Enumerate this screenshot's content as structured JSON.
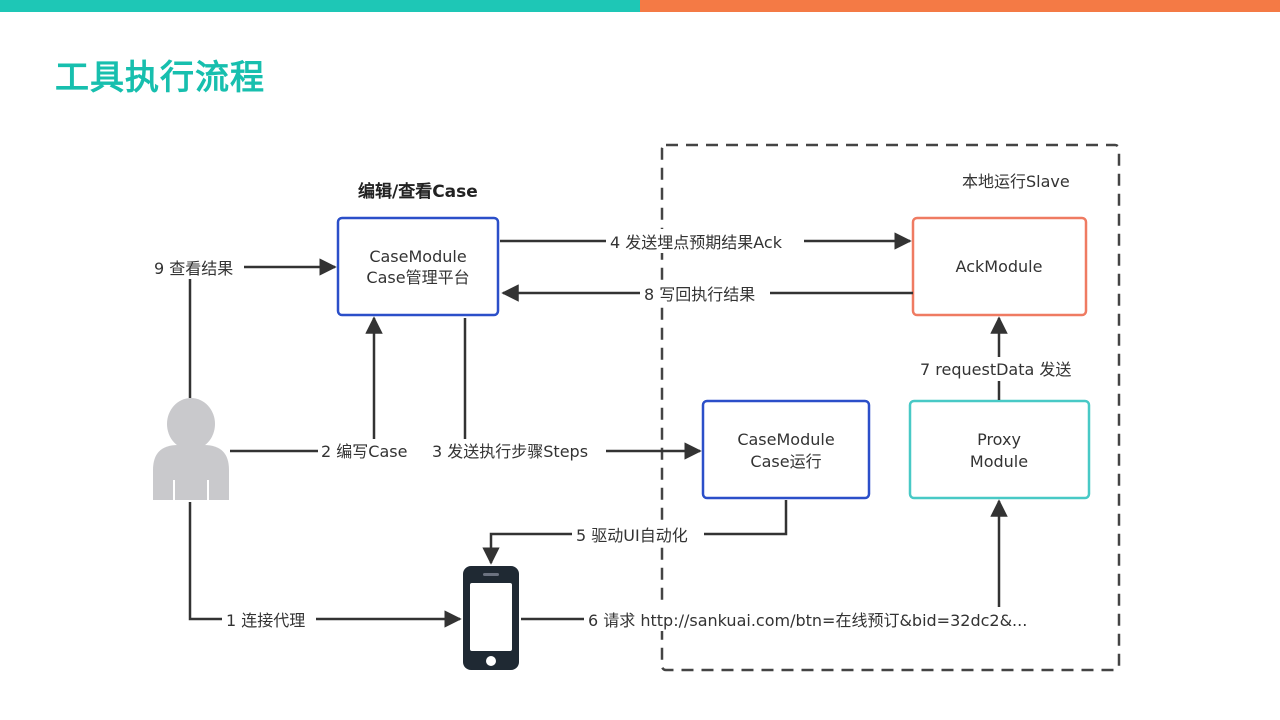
{
  "slide": {
    "title": "工具执行流程"
  },
  "colors": {
    "teal_accent": "#1ec7b6",
    "orange_accent": "#f47a45",
    "blue_box": "#2b4fc9",
    "orange_box": "#ef7b62",
    "teal_box": "#48c9c6"
  },
  "diagram": {
    "region_label": "本地运行Slave",
    "edit_label": "编辑/查看Case",
    "nodes": {
      "case_platform": {
        "line1": "CaseModule",
        "line2": "Case管理平台"
      },
      "ack_module": {
        "line1": "AckModule"
      },
      "case_run": {
        "line1": "CaseModule",
        "line2": "Case运行"
      },
      "proxy_module": {
        "line1": "Proxy",
        "line2": "Module"
      },
      "user_icon": "user-icon",
      "phone_icon": "phone-icon"
    },
    "edges": {
      "e1": "1 连接代理",
      "e2": "2 编写Case",
      "e3": "3 发送执行步骤Steps",
      "e4": "4 发送埋点预期结果Ack",
      "e5": "5 驱动UI自动化",
      "e6": "6 请求 http://sankuai.com/btn=在线预订&bid=32dc2&...",
      "e7": "7 requestData 发送",
      "e8": "8 写回执行结果",
      "e9": "9 查看结果"
    }
  }
}
